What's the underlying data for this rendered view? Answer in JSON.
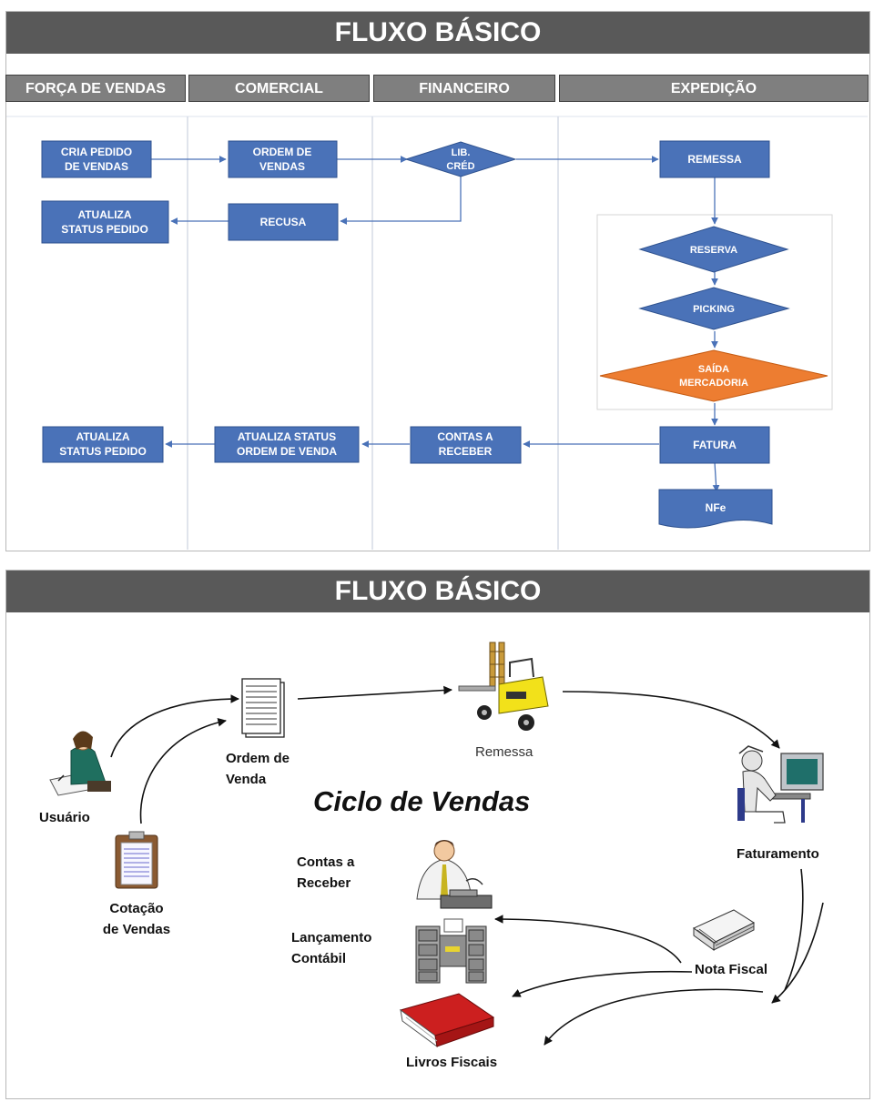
{
  "top": {
    "title": "FLUXO BÁSICO",
    "lanes": [
      "FORÇA DE VENDAS",
      "COMERCIAL",
      "FINANCEIRO",
      "EXPEDIÇÃO"
    ],
    "nodes": {
      "cria_pedido": [
        "CRIA PEDIDO",
        "DE VENDAS"
      ],
      "ordem_vendas": [
        "ORDEM DE",
        "VENDAS"
      ],
      "lib_cred": [
        "LIB.",
        "CRÉD"
      ],
      "remessa": [
        "REMESSA"
      ],
      "atualiza_1": [
        "ATUALIZA",
        "STATUS PEDIDO"
      ],
      "recusa": [
        "RECUSA"
      ],
      "reserva": [
        "RESERVA"
      ],
      "picking": [
        "PICKING"
      ],
      "saida": [
        "SAÍDA",
        "MERCADORIA"
      ],
      "atualiza_2": [
        "ATUALIZA",
        "STATUS PEDIDO"
      ],
      "atualiza_ordem": [
        "ATUALIZA STATUS",
        "ORDEM DE VENDA"
      ],
      "contas": [
        "CONTAS A",
        "RECEBER"
      ],
      "fatura": [
        "FATURA"
      ],
      "nfe": [
        "NFe"
      ]
    },
    "colors": {
      "box": "#4a72b8",
      "box_border": "#2f528f",
      "orange": "#ed7d31",
      "arrow": "#4a72b8"
    }
  },
  "bottom": {
    "title": "FLUXO BÁSICO",
    "cycle_title": "Ciclo de Vendas",
    "labels": {
      "usuario": "Usuário",
      "cotacao": [
        "Cotação",
        "de Vendas"
      ],
      "ordem": [
        "Ordem de",
        "Venda"
      ],
      "remessa": "Remessa",
      "faturamento": "Faturamento",
      "contas": [
        "Contas a",
        "Receber"
      ],
      "lancamento": [
        "Lançamento",
        "Contábil"
      ],
      "nota": "Nota Fiscal",
      "livros": "Livros Fiscais"
    },
    "icons": [
      "person-writing-icon",
      "clipboard-icon",
      "document-stack-icon",
      "forklift-icon",
      "person-computer-icon",
      "businessman-phone-icon",
      "file-cabinet-icon",
      "paper-stack-icon",
      "red-book-icon"
    ]
  }
}
